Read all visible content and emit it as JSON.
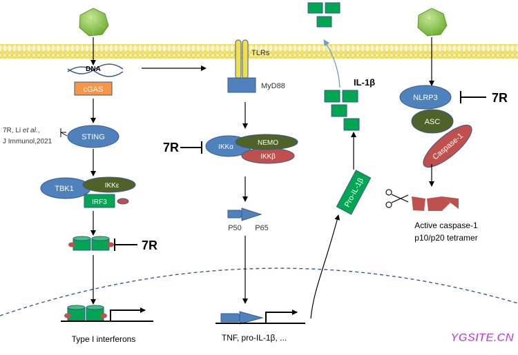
{
  "membrane_label": "TLRs",
  "dna": "DNA",
  "cgas": "cGAS",
  "myd88": "MyD88",
  "sting": "STING",
  "reference": {
    "line1": "7R, Li ",
    "italic": "et al.",
    "line1_end": ",",
    "line2": "J Immunol,2021"
  },
  "inhibitor": "7R",
  "tbk1": "TBK1",
  "ikke": "IKKε",
  "irf3": "IRF3",
  "ikka": "IKKα",
  "nemo": "NEMO",
  "ikkb": "IKKβ",
  "p50": "P50",
  "p65": "P65",
  "il1b": "IL-1β",
  "pro_il1b": "Pro-IL-1β",
  "nlrp3": "NLRP3",
  "asc": "ASC",
  "caspase1": "Caspase-1",
  "active_casp_line1": "Active caspase-1",
  "active_casp_line2": "p10/p20 tetramer",
  "out_type1": "Type I  interferons",
  "out_tnf": "TNF, pro-IL-1β, ...",
  "watermark": "YGSITE.CN",
  "colors": {
    "virus_green": "#8dc63f",
    "membrane": "#f5ec8c",
    "blue": "#4f81bd",
    "orange": "#f79646",
    "olive": "#4f6228",
    "red": "#c0504d",
    "green": "#00a651",
    "receptor_yellow": "#f0e050",
    "watermark": "#c040e0"
  }
}
